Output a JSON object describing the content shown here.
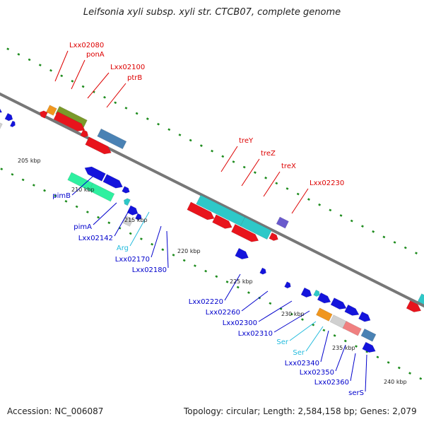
{
  "title": "Leifsonia xyli subsp. xyli str. CTCB07, complete genome",
  "footer": {
    "accession": "Accession: NC_006087",
    "topology": "Topology: circular; Length: 2,584,158 bp; Genes: 2,079"
  },
  "colors": {
    "backbone": "#777777",
    "tick": "#1e8c1e",
    "label_top": "#dd0000",
    "label_bottom_dark": "#0000cc",
    "label_bottom_cyan": "#22bbdd",
    "red": "#e8141c",
    "blue": "#1414dc",
    "teal": "#2ec8c8",
    "green_olive": "#7a9a2a",
    "orange": "#f0961e",
    "steel": "#4a82b4",
    "light_gray": "#d0d0d0",
    "purple": "#6a5acd",
    "spring_green": "#2ef0a0",
    "pink": "#f08080"
  },
  "scale_labels": [
    "205 kbp",
    "210 kbp",
    "215 kbp",
    "220 kbp",
    "225 kbp",
    "230 kbp",
    "235 kbp",
    "240 kbp"
  ],
  "gene_labels_top": [
    "Lxx02080",
    "ponA",
    "Lxx02100",
    "ptrB",
    "treY",
    "treZ",
    "treX",
    "Lxx02230"
  ],
  "gene_labels_bottom": [
    "pimB",
    "pimA",
    "Lxx02142",
    "Arg",
    "Lxx02170",
    "Lxx02180",
    "Lxx02220",
    "Lxx02260",
    "Lxx02300",
    "Lxx02310",
    "Ser",
    "Ser",
    "Lxx02340",
    "Lxx02350",
    "Lxx02360",
    "serS"
  ]
}
